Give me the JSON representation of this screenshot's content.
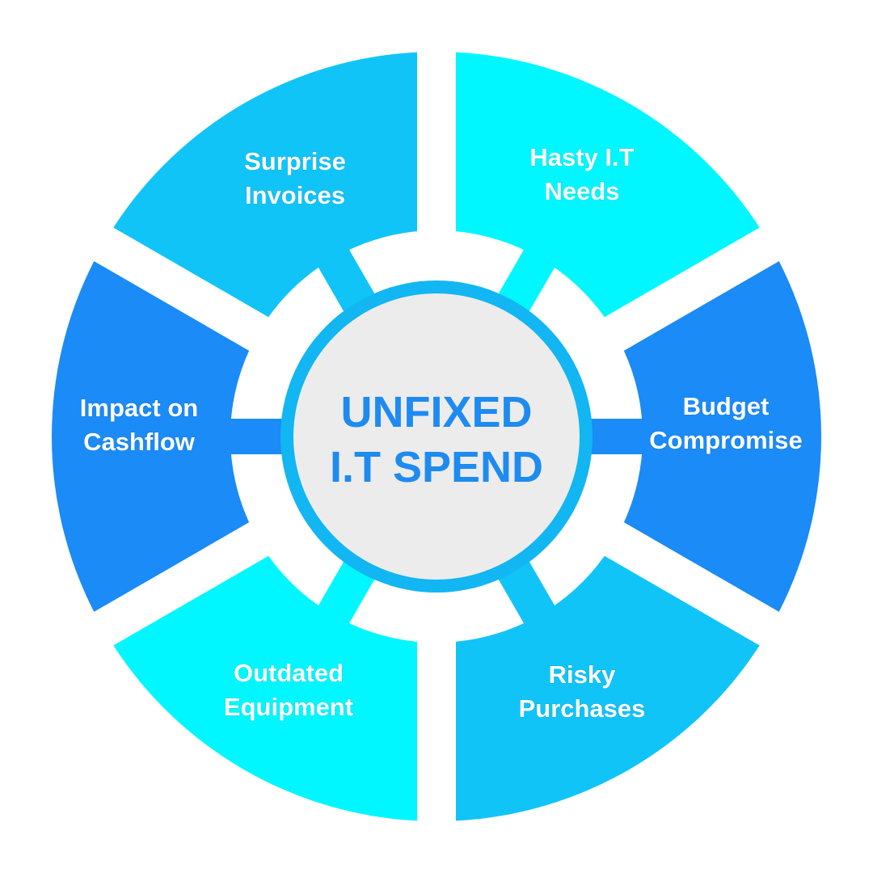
{
  "center": {
    "line1": "UNFIXED",
    "line2": "I.T SPEND",
    "text_color": "#1e8bf0",
    "fill": "#ececec",
    "ring_color": "#12b6f2"
  },
  "segments": [
    {
      "id": "hasty",
      "lines": [
        "Hasty I.T",
        "Needs"
      ],
      "color": "#00f7ff"
    },
    {
      "id": "budget",
      "lines": [
        "Budget",
        "Compromise"
      ],
      "color": "#1a8bf7"
    },
    {
      "id": "risky",
      "lines": [
        "Risky",
        "Purchases"
      ],
      "color": "#10c4f8"
    },
    {
      "id": "outdated",
      "lines": [
        "Outdated",
        "Equipment"
      ],
      "color": "#00f7ff"
    },
    {
      "id": "impact",
      "lines": [
        "Impact on",
        "Cashflow"
      ],
      "color": "#1a8bf7"
    },
    {
      "id": "surprise",
      "lines": [
        "Surprise",
        "Invoices"
      ],
      "color": "#10c4f8"
    }
  ]
}
